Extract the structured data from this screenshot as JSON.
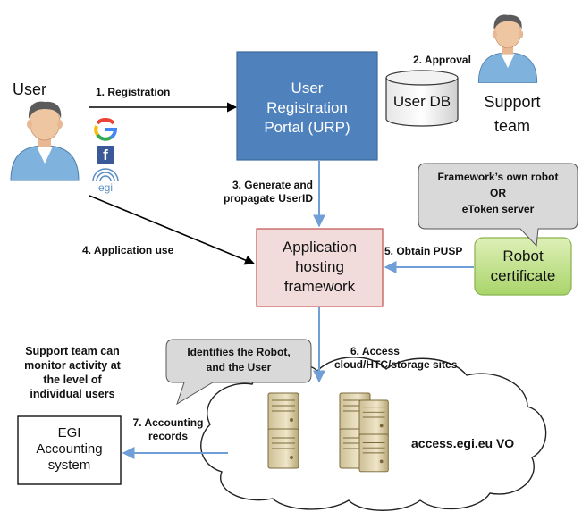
{
  "actors": {
    "user_label": "User",
    "support_label_line1": "Support",
    "support_label_line2": "team"
  },
  "boxes": {
    "urp_line1": "User",
    "urp_line2": "Registration",
    "urp_line3": "Portal (URP)",
    "userdb": "User DB",
    "ahf_line1": "Application",
    "ahf_line2": "hosting",
    "ahf_line3": "framework",
    "robot_line1": "Robot",
    "robot_line2": "certificate",
    "egi_line1": "EGI",
    "egi_line2": "Accounting",
    "egi_line3": "system"
  },
  "callouts": {
    "robot_source_line1": "Framework’s own robot",
    "robot_source_line2": "OR",
    "robot_source_line3": "eToken server",
    "identifies_line1": "Identifies the Robot,",
    "identifies_line2": "and the User"
  },
  "steps": {
    "s1": "1. Registration",
    "s2": "2. Approval",
    "s3_line1": "3. Generate and",
    "s3_line2": "propagate UserID",
    "s4": "4. Application use",
    "s5": "5. Obtain PUSP",
    "s6_line1": "6. Access",
    "s6_line2": "cloud/HTC/storage sites",
    "s7_line1": "7. Accounting",
    "s7_line2": "records"
  },
  "notes": {
    "support_monitor_line1": "Support team can",
    "support_monitor_line2": "monitor activity at",
    "support_monitor_line3": "the level of",
    "support_monitor_line4": "individual users"
  },
  "cloud": {
    "vo_label": "access.egi.eu VO"
  },
  "identity_providers": {
    "google_glyph": "G",
    "facebook_glyph": "f",
    "egi_glyph": "egi"
  },
  "icons": [
    "user-person-icon",
    "support-person-icon",
    "google-icon",
    "facebook-icon",
    "egi-icon",
    "database-icon",
    "server-rack-icon"
  ],
  "colors": {
    "urp_fill": "#4f81bd",
    "ahf_fill": "#f2dcdb",
    "robot_fill": "#c3e28e",
    "arrow_blue": "#6f9fd6",
    "arrow_black": "#000000",
    "callout_fill": "#d9d9d9"
  }
}
